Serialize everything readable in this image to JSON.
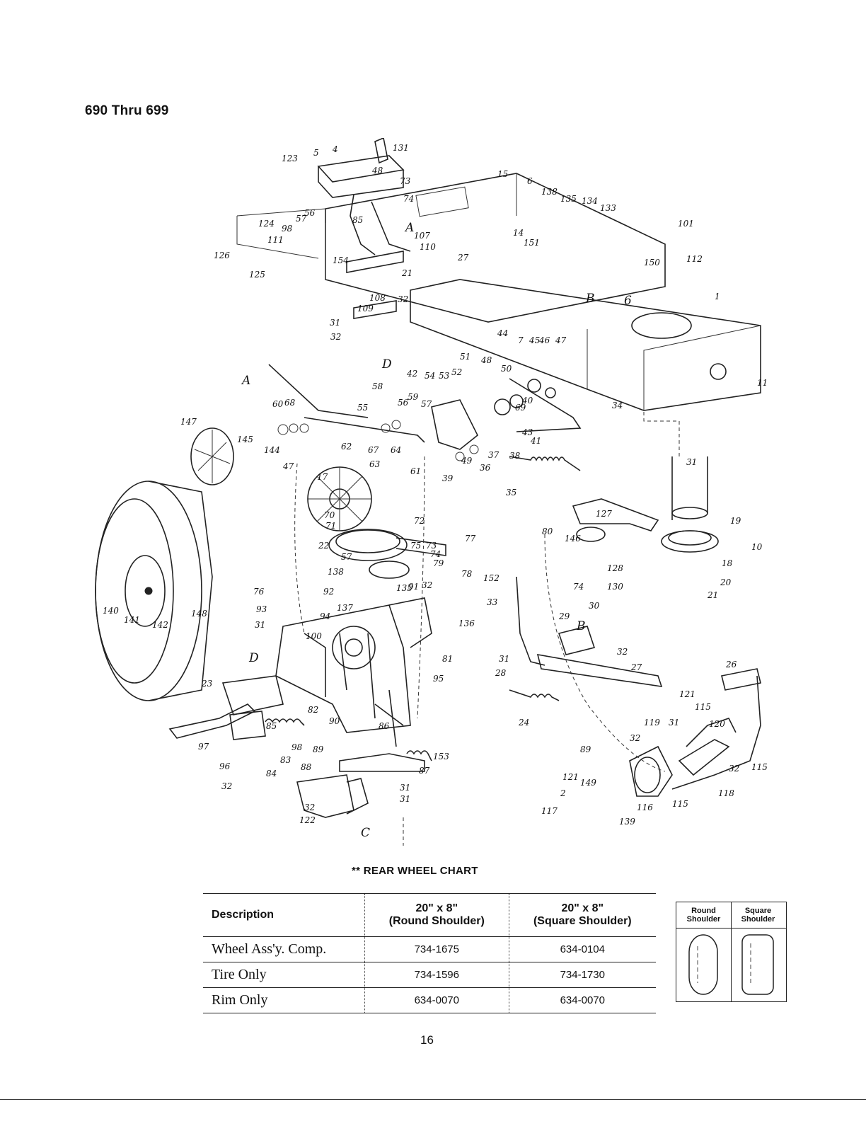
{
  "page": {
    "title": "690 Thru 699",
    "page_number": "16"
  },
  "diagram": {
    "callouts": [
      "5",
      "4",
      "131",
      "123",
      "73",
      "74",
      "56",
      "57",
      "85",
      "124",
      "98",
      "107",
      "110",
      "27",
      "111",
      "126",
      "125",
      "154",
      "21",
      "32",
      "108",
      "109",
      "31",
      "32",
      "15",
      "6",
      "138",
      "135",
      "134",
      "133",
      "14",
      "151",
      "101",
      "112",
      "150",
      "1",
      "11",
      "44",
      "7",
      "45",
      "46",
      "47",
      "48",
      "51",
      "50",
      "42",
      "54",
      "53",
      "52",
      "48",
      "58",
      "59",
      "56",
      "57",
      "55",
      "60",
      "68",
      "67",
      "62",
      "64",
      "61",
      "63",
      "69",
      "40",
      "41",
      "43",
      "49",
      "36",
      "37",
      "38",
      "39",
      "35",
      "34",
      "147",
      "145",
      "144",
      "47",
      "31",
      "19",
      "17",
      "70",
      "71",
      "72",
      "75",
      "73",
      "74",
      "77",
      "79",
      "78",
      "80",
      "127",
      "146",
      "128",
      "74",
      "130",
      "10",
      "18",
      "20",
      "21",
      "22",
      "57",
      "76",
      "138",
      "92",
      "93",
      "135",
      "91",
      "32",
      "31",
      "137",
      "94",
      "100",
      "136",
      "81",
      "152",
      "33",
      "29",
      "30",
      "32",
      "31",
      "28",
      "27",
      "24",
      "26",
      "23",
      "95",
      "82",
      "90",
      "86",
      "85",
      "97",
      "98",
      "89",
      "153",
      "83",
      "88",
      "87",
      "84",
      "96",
      "32",
      "31",
      "31",
      "32",
      "122",
      "121",
      "115",
      "120",
      "119",
      "32",
      "31",
      "32",
      "115",
      "118",
      "89",
      "121",
      "149",
      "2",
      "116",
      "115",
      "117",
      "139",
      "140",
      "141",
      "142",
      "148"
    ],
    "reference_letters": [
      "A",
      "A",
      "B",
      "B",
      "C",
      "D",
      "D",
      "6"
    ]
  },
  "rear_wheel_chart": {
    "title": "** REAR WHEEL CHART",
    "headers": {
      "description": "Description",
      "round_line1": "20\" x 8\"",
      "round_line2": "(Round Shoulder)",
      "square_line1": "20\" x 8\"",
      "square_line2": "(Square Shoulder)"
    },
    "rows": [
      {
        "description": "Wheel Ass'y. Comp.",
        "round": "734-1675",
        "square": "634-0104"
      },
      {
        "description": "Tire Only",
        "round": "734-1596",
        "square": "734-1730"
      },
      {
        "description": "Rim Only",
        "round": "634-0070",
        "square": "634-0070"
      }
    ]
  },
  "shoulder_legend": {
    "round_line1": "Round",
    "round_line2": "Shoulder",
    "square_line1": "Square",
    "square_line2": "Shoulder"
  }
}
